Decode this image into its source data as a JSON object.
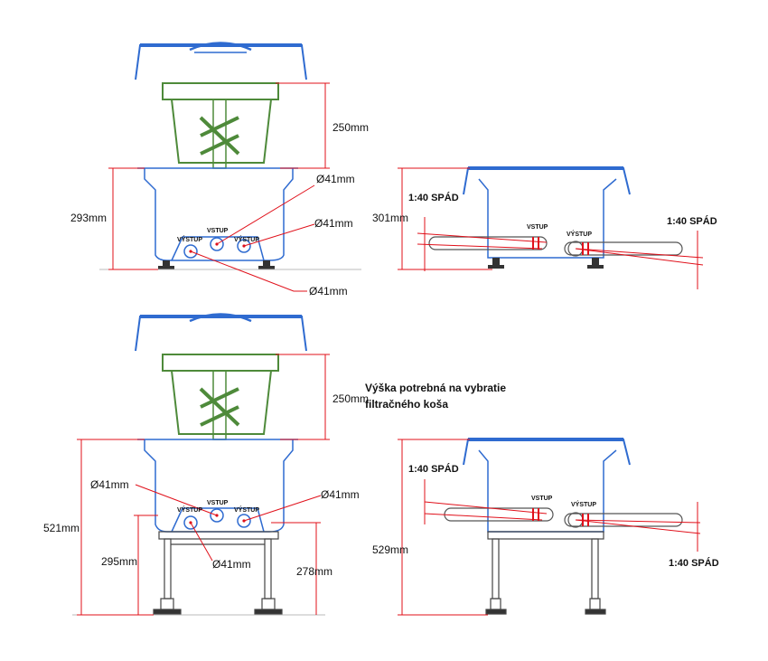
{
  "labels": {
    "dim_250": "250mm",
    "dim_293": "293mm",
    "dim_301": "301mm",
    "dim_521": "521mm",
    "dim_295": "295mm",
    "dim_278": "278mm",
    "dim_529": "529mm",
    "dia_41": "Ø41mm",
    "vstup": "VSTUP",
    "vystup": "VÝSTUP",
    "spad": "1:40  SPÁD",
    "spad_tight": "1:40 SPÁD",
    "note_line1": "Výška potrebná na vybratie",
    "note_line2": "filtračného koša"
  },
  "colors": {
    "outline": "#2f6bd0",
    "dimension": "#e0101a",
    "basket": "#4e8a3a",
    "frame": "#555555"
  }
}
